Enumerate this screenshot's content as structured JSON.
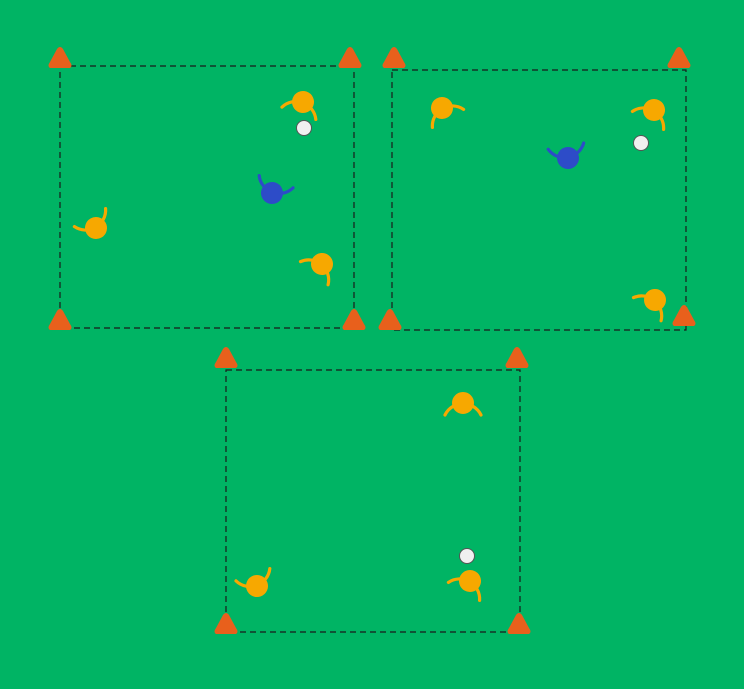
{
  "colors": {
    "field": "#00b464",
    "boundary": "#1a1a1a",
    "cone": "#e8601c",
    "team_a": "#f7a800",
    "team_b": "#2d4cc8",
    "ball": "#f0f0f0"
  },
  "icons": {
    "cone": "cone-icon",
    "player": "player-icon",
    "ball": "ball-icon"
  },
  "grids": [
    {
      "name": "grid-1",
      "players": [
        {
          "team": "team_a",
          "facing": "down"
        },
        {
          "team": "team_b",
          "facing": "up"
        },
        {
          "team": "team_a",
          "facing": "up"
        },
        {
          "team": "team_a",
          "facing": "down"
        }
      ],
      "balls": 1
    },
    {
      "name": "grid-2",
      "players": [
        {
          "team": "team_a",
          "facing": "down"
        },
        {
          "team": "team_a",
          "facing": "down"
        },
        {
          "team": "team_b",
          "facing": "up"
        },
        {
          "team": "team_a",
          "facing": "up"
        }
      ],
      "balls": 1
    },
    {
      "name": "grid-3",
      "players": [
        {
          "team": "team_a",
          "facing": "up"
        },
        {
          "team": "team_a",
          "facing": "up"
        },
        {
          "team": "team_a",
          "facing": "down"
        }
      ],
      "balls": 1
    }
  ]
}
